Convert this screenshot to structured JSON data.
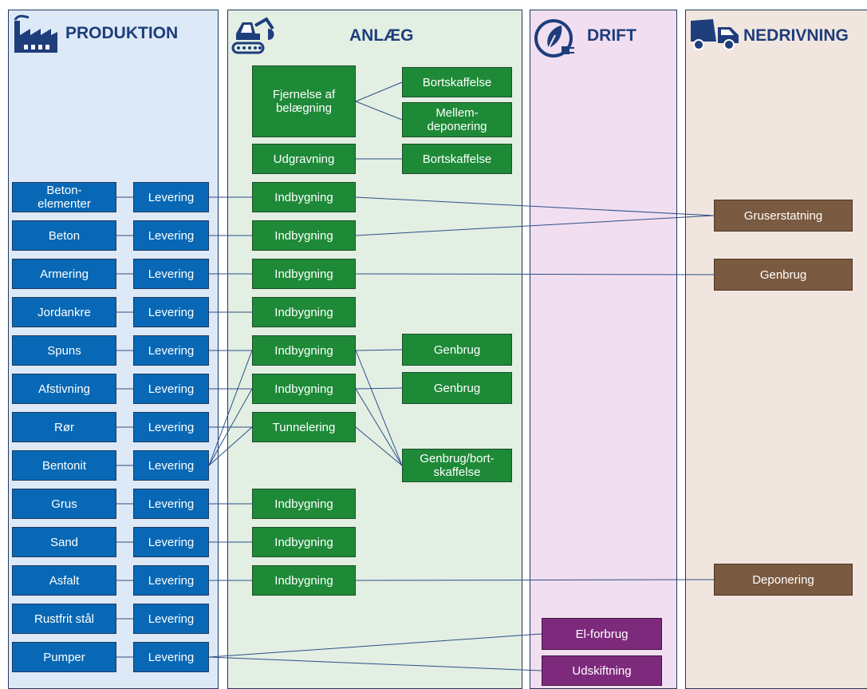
{
  "colors": {
    "produktion_bg": "#dde9f6",
    "anlaeg_bg": "#e2efe2",
    "drift_bg": "#f1def0",
    "nedrivning_bg": "#f1e6df",
    "header_text": "#1e3d7b",
    "blue_box": "#0868b5",
    "green_box": "#1e8a38",
    "brown_box": "#7a5a40",
    "purple_box": "#7e2a7c",
    "line": "#2d4f8a"
  },
  "columns": [
    {
      "key": "produktion",
      "title": "PRODUKTION",
      "icon": "factory-icon"
    },
    {
      "key": "anlaeg",
      "title": "ANLÆG",
      "icon": "excavator-icon"
    },
    {
      "key": "drift",
      "title": "DRIFT",
      "icon": "leaf-plug-icon"
    },
    {
      "key": "nedrivning",
      "title": "NEDRIVNING",
      "icon": "truck-icon"
    }
  ],
  "nodes": [
    {
      "id": "p_betonelementer",
      "label": "Beton-\nelementer",
      "kind": "material"
    },
    {
      "id": "p_beton",
      "label": "Beton",
      "kind": "material"
    },
    {
      "id": "p_armering",
      "label": "Armering",
      "kind": "material"
    },
    {
      "id": "p_jordankre",
      "label": "Jordankre",
      "kind": "material"
    },
    {
      "id": "p_spuns",
      "label": "Spuns",
      "kind": "material"
    },
    {
      "id": "p_afstivning",
      "label": "Afstivning",
      "kind": "material"
    },
    {
      "id": "p_ror",
      "label": "Rør",
      "kind": "material"
    },
    {
      "id": "p_bentonit",
      "label": "Bentonit",
      "kind": "material"
    },
    {
      "id": "p_grus",
      "label": "Grus",
      "kind": "material"
    },
    {
      "id": "p_sand",
      "label": "Sand",
      "kind": "material"
    },
    {
      "id": "p_asfalt",
      "label": "Asfalt",
      "kind": "material"
    },
    {
      "id": "p_rustfrit",
      "label": "Rustfrit stål",
      "kind": "material"
    },
    {
      "id": "p_pumper",
      "label": "Pumper",
      "kind": "material"
    },
    {
      "id": "l1",
      "label": "Levering",
      "kind": "material"
    },
    {
      "id": "l2",
      "label": "Levering",
      "kind": "material"
    },
    {
      "id": "l3",
      "label": "Levering",
      "kind": "material"
    },
    {
      "id": "l4",
      "label": "Levering",
      "kind": "material"
    },
    {
      "id": "l5",
      "label": "Levering",
      "kind": "material"
    },
    {
      "id": "l6",
      "label": "Levering",
      "kind": "material"
    },
    {
      "id": "l7",
      "label": "Levering",
      "kind": "material"
    },
    {
      "id": "l8",
      "label": "Levering",
      "kind": "material"
    },
    {
      "id": "l9",
      "label": "Levering",
      "kind": "material"
    },
    {
      "id": "l10",
      "label": "Levering",
      "kind": "material"
    },
    {
      "id": "l11",
      "label": "Levering",
      "kind": "material"
    },
    {
      "id": "l12",
      "label": "Levering",
      "kind": "material"
    },
    {
      "id": "l13",
      "label": "Levering",
      "kind": "material"
    },
    {
      "id": "a_fjernelse",
      "label": "Fjernelse af\nbelægning",
      "kind": "construction"
    },
    {
      "id": "a_udgravning",
      "label": "Udgravning",
      "kind": "construction"
    },
    {
      "id": "a_ind1",
      "label": "Indbygning",
      "kind": "construction"
    },
    {
      "id": "a_ind2",
      "label": "Indbygning",
      "kind": "construction"
    },
    {
      "id": "a_ind3",
      "label": "Indbygning",
      "kind": "construction"
    },
    {
      "id": "a_ind4",
      "label": "Indbygning",
      "kind": "construction"
    },
    {
      "id": "a_ind5",
      "label": "Indbygning",
      "kind": "construction"
    },
    {
      "id": "a_ind6",
      "label": "Indbygning",
      "kind": "construction"
    },
    {
      "id": "a_tunnel",
      "label": "Tunnelering",
      "kind": "construction"
    },
    {
      "id": "a_ind7",
      "label": "Indbygning",
      "kind": "construction"
    },
    {
      "id": "a_ind8",
      "label": "Indbygning",
      "kind": "construction"
    },
    {
      "id": "a_ind9",
      "label": "Indbygning",
      "kind": "construction"
    },
    {
      "id": "a_bort1",
      "label": "Bortskaffelse",
      "kind": "construction"
    },
    {
      "id": "a_mellem",
      "label": "Mellem-\ndeponering",
      "kind": "construction"
    },
    {
      "id": "a_bort2",
      "label": "Bortskaffelse",
      "kind": "construction"
    },
    {
      "id": "a_gen1",
      "label": "Genbrug",
      "kind": "construction"
    },
    {
      "id": "a_gen2",
      "label": "Genbrug",
      "kind": "construction"
    },
    {
      "id": "a_genbort",
      "label": "Genbrug/bort-\nskaffelse",
      "kind": "construction"
    },
    {
      "id": "d_el",
      "label": "El-forbrug",
      "kind": "operation"
    },
    {
      "id": "d_uds",
      "label": "Udskiftning",
      "kind": "operation"
    },
    {
      "id": "n_grus",
      "label": "Gruserstatning",
      "kind": "demolition"
    },
    {
      "id": "n_gen",
      "label": "Genbrug",
      "kind": "demolition"
    },
    {
      "id": "n_dep",
      "label": "Deponering",
      "kind": "demolition"
    }
  ],
  "edges": [
    [
      "p_betonelementer",
      "l1"
    ],
    [
      "p_beton",
      "l2"
    ],
    [
      "p_armering",
      "l3"
    ],
    [
      "p_jordankre",
      "l4"
    ],
    [
      "p_spuns",
      "l5"
    ],
    [
      "p_afstivning",
      "l6"
    ],
    [
      "p_ror",
      "l7"
    ],
    [
      "p_bentonit",
      "l8"
    ],
    [
      "p_grus",
      "l9"
    ],
    [
      "p_sand",
      "l10"
    ],
    [
      "p_asfalt",
      "l11"
    ],
    [
      "p_rustfrit",
      "l12"
    ],
    [
      "p_pumper",
      "l13"
    ],
    [
      "l1",
      "a_ind1"
    ],
    [
      "l2",
      "a_ind2"
    ],
    [
      "l3",
      "a_ind3"
    ],
    [
      "l4",
      "a_ind4"
    ],
    [
      "l5",
      "a_ind5"
    ],
    [
      "l6",
      "a_ind6"
    ],
    [
      "l7",
      "a_tunnel"
    ],
    [
      "l9",
      "a_ind7"
    ],
    [
      "l10",
      "a_ind8"
    ],
    [
      "l11",
      "a_ind9"
    ],
    [
      "l8",
      "a_ind5"
    ],
    [
      "l8",
      "a_ind6"
    ],
    [
      "l8",
      "a_tunnel"
    ],
    [
      "a_fjernelse",
      "a_bort1"
    ],
    [
      "a_fjernelse",
      "a_mellem"
    ],
    [
      "a_udgravning",
      "a_bort2"
    ],
    [
      "a_ind5",
      "a_gen1"
    ],
    [
      "a_ind6",
      "a_gen2"
    ],
    [
      "a_ind5",
      "a_genbort"
    ],
    [
      "a_ind6",
      "a_genbort"
    ],
    [
      "a_tunnel",
      "a_genbort"
    ],
    [
      "a_ind1",
      "n_grus"
    ],
    [
      "a_ind2",
      "n_grus"
    ],
    [
      "a_ind3",
      "n_gen"
    ],
    [
      "a_ind9",
      "n_dep"
    ],
    [
      "l13",
      "d_el"
    ],
    [
      "l13",
      "d_uds"
    ]
  ]
}
